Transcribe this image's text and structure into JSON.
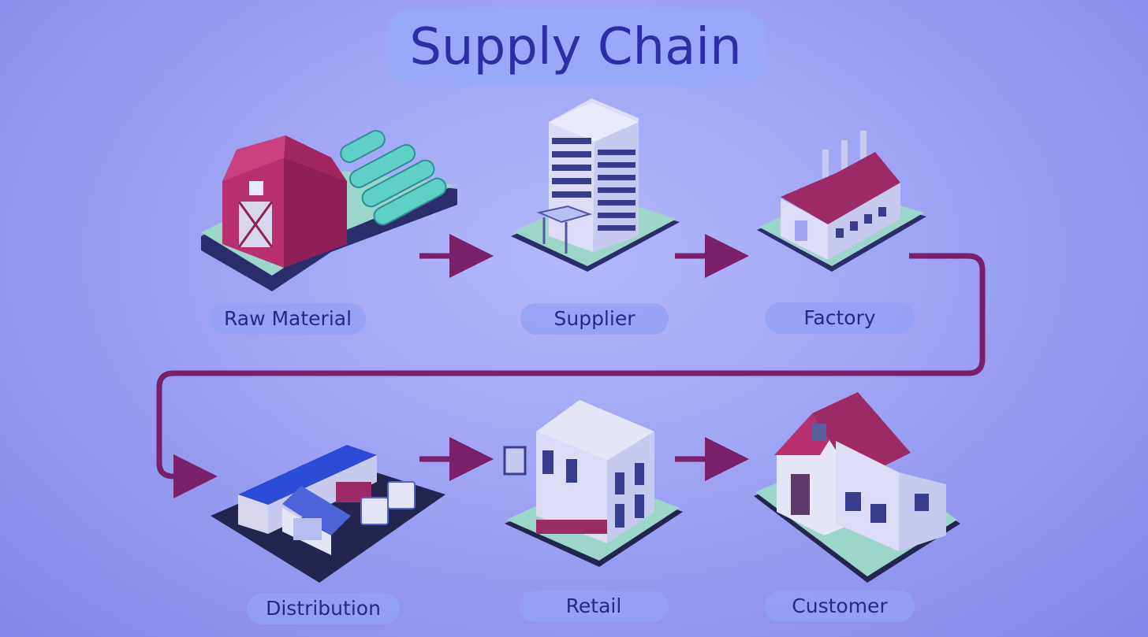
{
  "title": "Supply Chain",
  "stages": [
    {
      "id": "raw-material",
      "label": "Raw Material",
      "icon": "barn-farm-icon"
    },
    {
      "id": "supplier",
      "label": "Supplier",
      "icon": "office-building-icon"
    },
    {
      "id": "factory",
      "label": "Factory",
      "icon": "factory-icon"
    },
    {
      "id": "distribution",
      "label": "Distribution",
      "icon": "warehouse-trucks-icon"
    },
    {
      "id": "retail",
      "label": "Retail",
      "icon": "retail-store-icon"
    },
    {
      "id": "customer",
      "label": "Customer",
      "icon": "house-icon"
    }
  ],
  "colors": {
    "background": "#9ea3f4",
    "title_text": "#2a2fa6",
    "label_text": "#232a86",
    "arrow": "#7a1f6a",
    "roof": "#9b2a66",
    "crop": "#5fd0c8"
  }
}
